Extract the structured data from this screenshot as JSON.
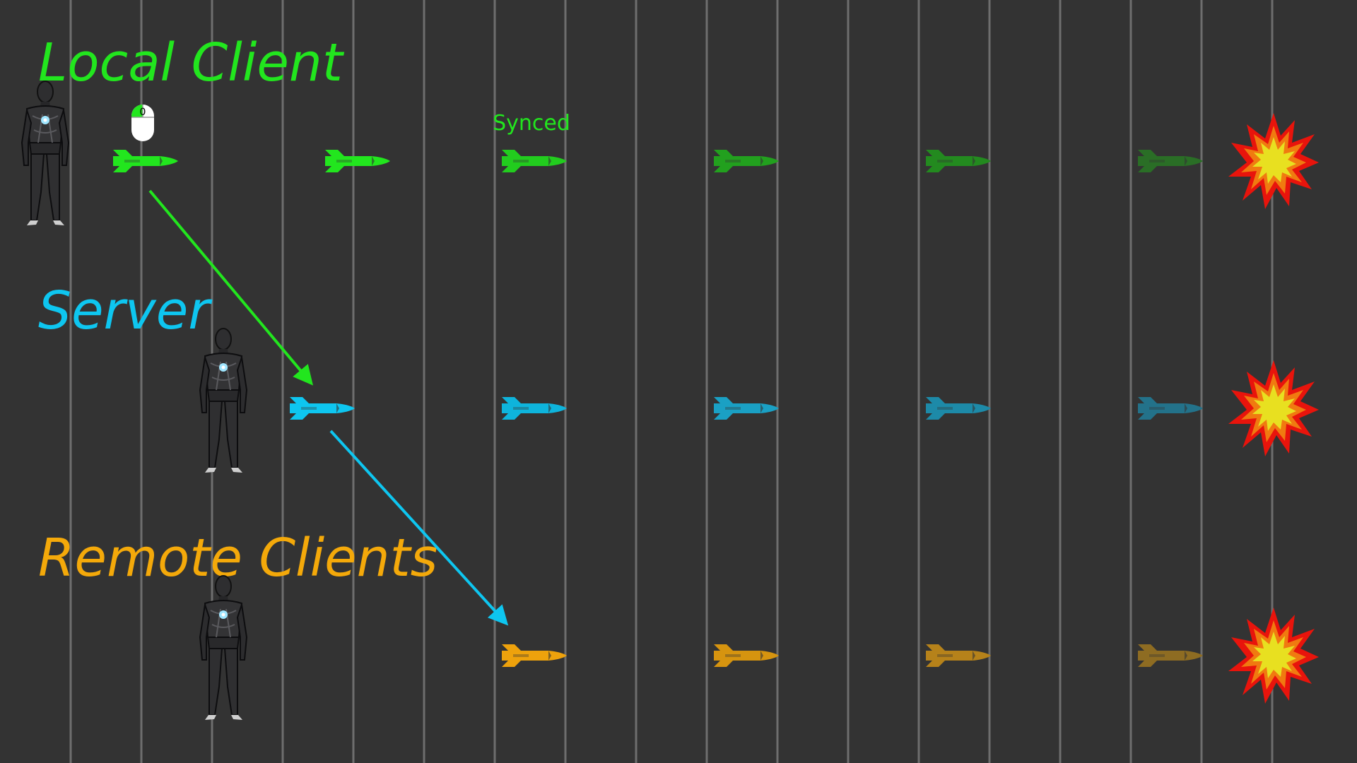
{
  "lanes": [
    {
      "id": "local-client",
      "title": "Local Client",
      "color": "#22e61e",
      "missile_colors": [
        "#22e61e",
        "#22e61e",
        "#22cc1e",
        "#22a01e",
        "#238a1f",
        "#2a6e26"
      ]
    },
    {
      "id": "server",
      "title": "Server",
      "color": "#0ec6f0",
      "missile_colors": [
        "#0ec6f0",
        "#0eb4dc",
        "#1aa0c4",
        "#1d8aa8",
        "#23728a"
      ]
    },
    {
      "id": "remote-clients",
      "title": "Remote Clients",
      "color": "#f4a90a",
      "missile_colors": [
        "#eea20c",
        "#d6940f",
        "#b6821a",
        "#8e6c22"
      ]
    }
  ],
  "annotations": {
    "synced": "Synced"
  },
  "mouse_button_label": "0",
  "icons": {
    "character": "humanoid-character-icon",
    "missile": "missile-icon",
    "explosion": "explosion-icon",
    "mouse": "mouse-icon"
  },
  "colors": {
    "background": "#333333",
    "timeline_lines": "#6e6e6e",
    "explosion_outer": "#e8140c",
    "explosion_mid": "#f07a10",
    "explosion_inner": "#e8e020"
  }
}
